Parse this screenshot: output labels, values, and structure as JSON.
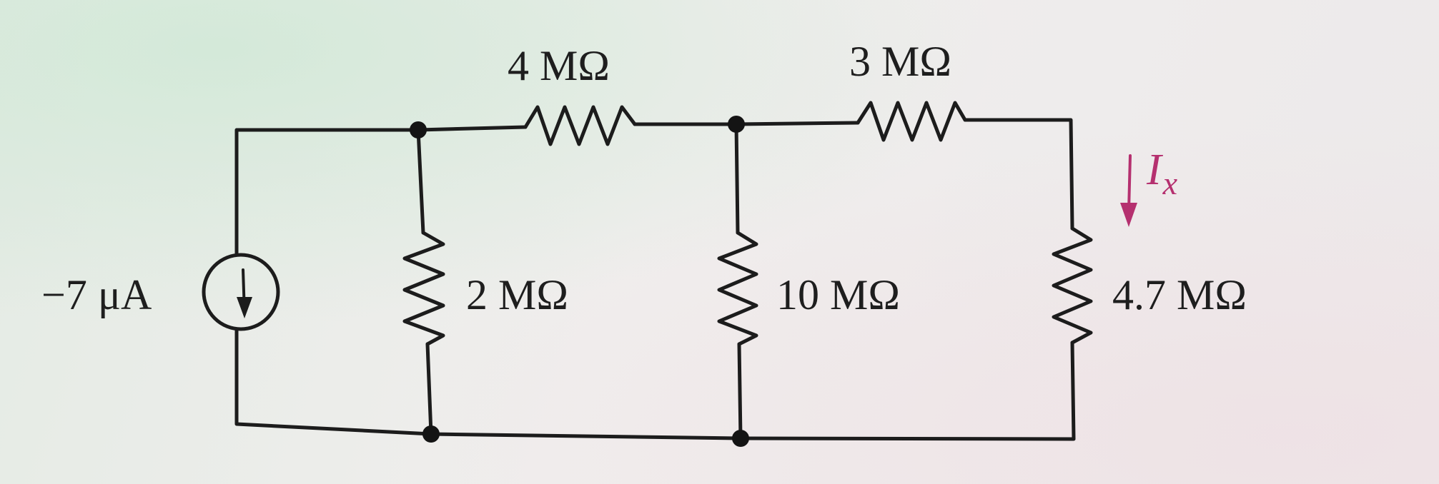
{
  "source": {
    "label": "−7 μA"
  },
  "resistors": {
    "r_top_left": "4 MΩ",
    "r_top_right": "3 MΩ",
    "r_shunt_1": "2 MΩ",
    "r_shunt_2": "10 MΩ",
    "r_shunt_3": "4.7 MΩ"
  },
  "current": {
    "symbol": "I",
    "subscript": "x"
  },
  "colors": {
    "wire": "#1c1c1c",
    "current_arrow": "#b5306f"
  }
}
